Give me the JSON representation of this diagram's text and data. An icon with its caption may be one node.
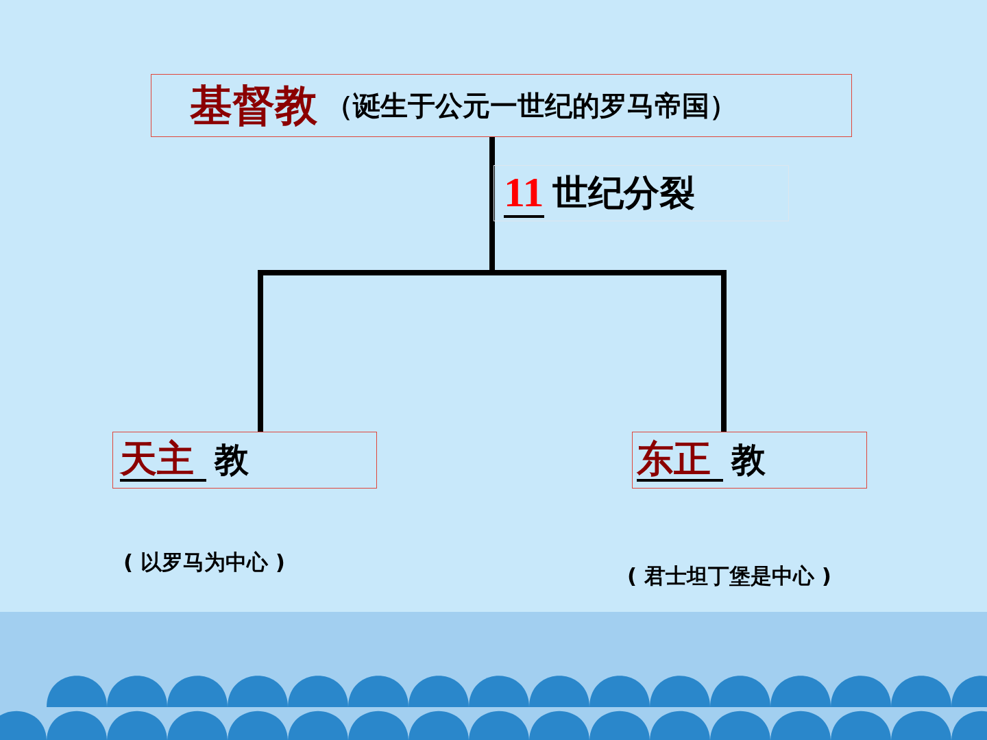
{
  "diagram": {
    "nodes": [
      {
        "text": [
          "基督教",
          "（诞生于公元一世纪的罗马帝国）"
        ]
      },
      {
        "text": [
          "11",
          "世纪分裂"
        ]
      },
      {
        "text": [
          "天主",
          "教"
        ],
        "beside": [
          "( 以罗马为中心 )"
        ]
      },
      {
        "text": [
          "东正",
          "教"
        ],
        "beside": [
          "( 君士坦丁堡是中心 )"
        ]
      }
    ],
    "edges": [
      {
        "from": 0,
        "to": 2,
        "arrow": "none"
      },
      {
        "from": 0,
        "to": 3,
        "arrow": "none"
      }
    ]
  }
}
